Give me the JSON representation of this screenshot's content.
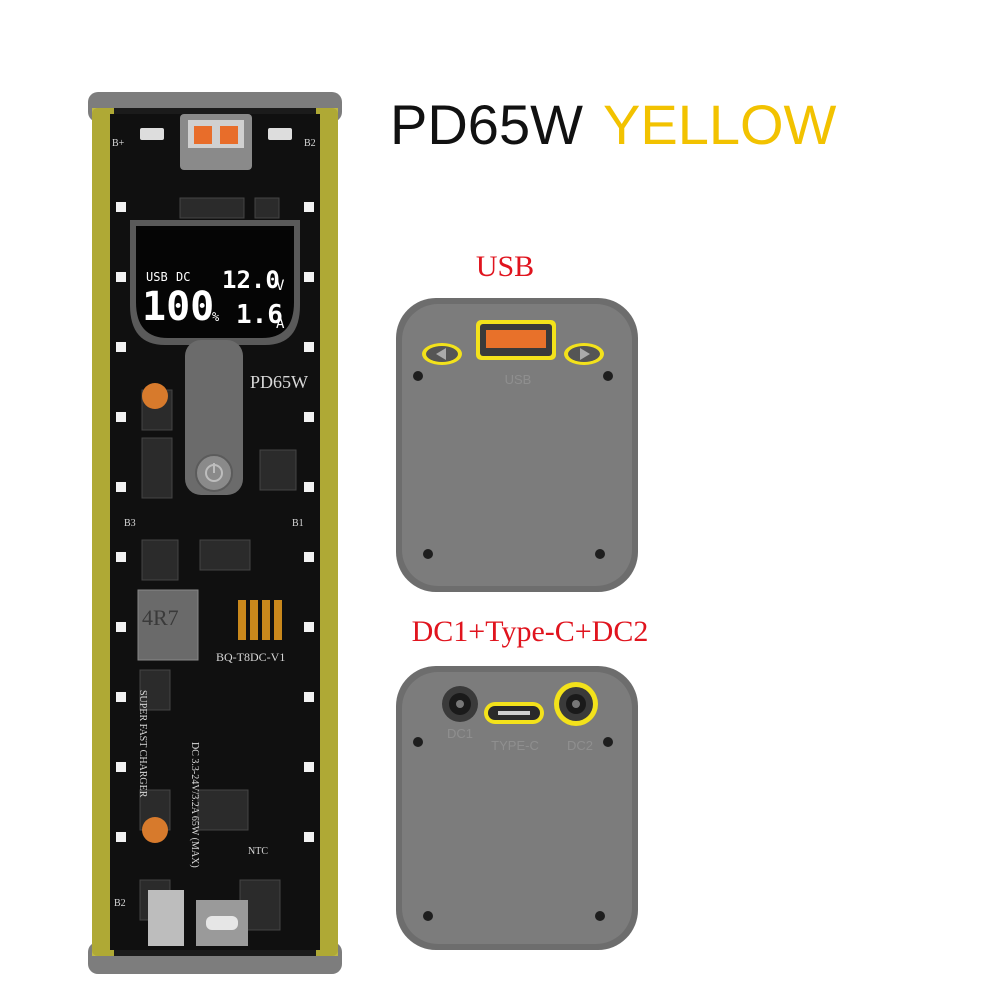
{
  "header": {
    "model": "PD65W",
    "color_name": "YELLOW"
  },
  "captions": {
    "usb_view": "USB",
    "dc_view": "DC1+Type-C+DC2"
  },
  "usb_panel": {
    "port_label": "USB"
  },
  "dc_panel": {
    "dc1_label": "DC1",
    "typec_label": "TYPE-C",
    "dc2_label": "DC2"
  },
  "display": {
    "usb_label": "USB",
    "dc_label": "DC",
    "percent_value": "100",
    "percent_unit": "%",
    "voltage_value": "12.0",
    "voltage_unit": "V",
    "current_value": "1.6",
    "current_unit": "A"
  },
  "pcb": {
    "model_label": "PD65W",
    "inductor_label": "4R7",
    "board_id": "BQ-T8DC-V1",
    "spec_text": "DC 3.3-24V/3.2A 65W (MAX)",
    "side_text": "SUPER FAST CHARGER",
    "ntc_label": "NTC",
    "b_plus": "B+",
    "b2_top": "B2",
    "b3": "B3",
    "b1": "B1",
    "b2_bottom": "B2"
  },
  "colors": {
    "accent_yellow": "#f2c200",
    "caption_red": "#e0141e",
    "case_gray": "#7a7a7a"
  }
}
